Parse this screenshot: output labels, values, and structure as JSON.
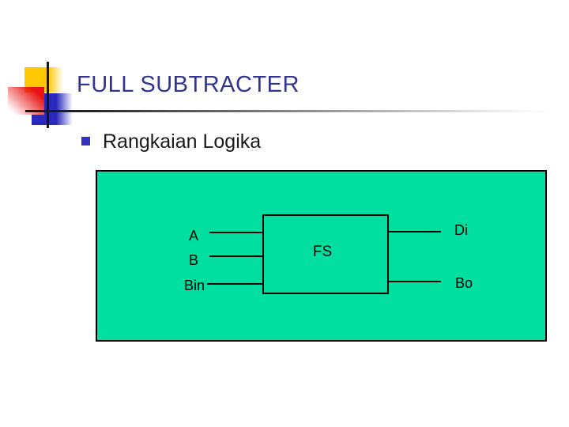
{
  "colors": {
    "title_ink": "#333390",
    "body_ink": "#1a1a1a",
    "panel_green": "#00DEA0",
    "bullet_blue": "#3333C2",
    "logo_yellow": "#FFC800",
    "logo_red": "#E81212",
    "logo_blue": "#2929BE",
    "wire_black": "#000000"
  },
  "title": "FULL SUBTRACTER",
  "bullet": {
    "label": "Rangkaian Logika"
  },
  "diagram": {
    "block_label": "FS",
    "inputs": [
      {
        "label": "A"
      },
      {
        "label": "B"
      },
      {
        "label": "Bin"
      }
    ],
    "outputs": [
      {
        "label": "Di"
      },
      {
        "label": "Bo"
      }
    ]
  }
}
